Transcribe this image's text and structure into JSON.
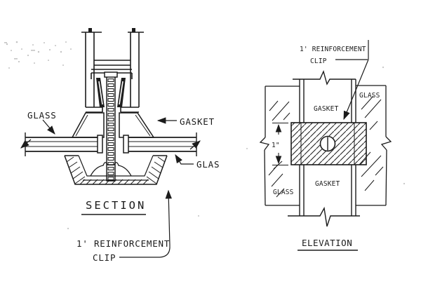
{
  "drawing": {
    "type": "technical-detail",
    "description": "Glazing mullion reinforcement clip detail, section and elevation views",
    "colors": {
      "ink": "#1b1b1b",
      "paper": "#ffffff"
    },
    "section": {
      "title": "SECTION",
      "labels": {
        "glass_left": "GLASS",
        "gasket": "GASKET",
        "glass_right": "GLAS",
        "reinforcement_line1": "1' REINFORCEMENT",
        "reinforcement_line2": "CLIP"
      }
    },
    "elevation": {
      "title": "ELEVATION",
      "labels": {
        "reinforcement_line1": "1' REINFORCEMENT",
        "reinforcement_line2": "CLIP",
        "glass_upper_right": "GLASS",
        "gasket_upper": "GASKET",
        "dimension": "1\"",
        "gasket_lower": "GASKET",
        "glass_lower_left": "GLASS"
      }
    }
  }
}
